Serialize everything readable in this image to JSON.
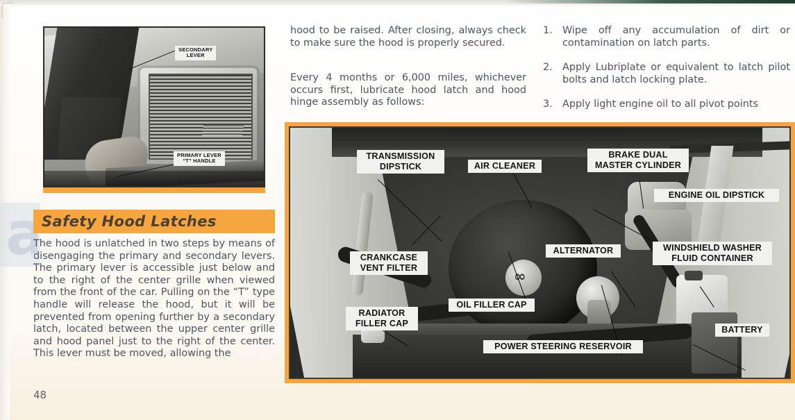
{
  "page": {
    "number": "48",
    "accent_orange": "#F6A53F",
    "body_text_color": "#4B5560"
  },
  "hood_photo": {
    "name": "hood-latch-photo",
    "callouts": [
      {
        "id": "secondary-lever",
        "text": "SECONDARY\nLEVER"
      },
      {
        "id": "primary-lever",
        "text": "PRIMARY LEVER\n“T” HANDLE"
      }
    ]
  },
  "section": {
    "heading": "Safety Hood Latches",
    "body": "The hood is unlatched in two steps by means of disengaging the primary and secondary levers. The primary lever is accessible just below and to the right of the center grille when viewed from the front of the car. Pulling on the “T” type handle will release the hood, but it will be prevented from opening further by a secondary latch, located between the upper center grille and hood panel just to the right of the center. This lever must be moved, allowing the"
  },
  "middle_column": {
    "paragraph_1": "hood to be raised. After closing, always check to make sure the hood is properly secured.",
    "paragraph_2": "Every 4 months or 6,000 miles, whichever occurs first, lubricate hood latch and hood hinge assembly as follows:"
  },
  "steps": [
    {
      "num": "1.",
      "text": "Wipe off any accumulation  of dirt or contamination on latch parts."
    },
    {
      "num": "2.",
      "text": "Apply Lubriplate or equivalent to latch pilot bolts and latch locking plate."
    },
    {
      "num": "3.",
      "text": "Apply light engine oil to all pivot points"
    }
  ],
  "engine_photo": {
    "name": "engine-compartment-photo",
    "air_cleaner_emblem": "∞",
    "labels": [
      {
        "id": "transmission-dipstick",
        "text": "TRANSMISSION\nDIPSTICK"
      },
      {
        "id": "air-cleaner",
        "text": "AIR  CLEANER"
      },
      {
        "id": "brake-dual-master-cylinder",
        "text": "BRAKE DUAL\nMASTER CYLINDER"
      },
      {
        "id": "engine-oil-dipstick",
        "text": "ENGINE OIL DIPSTICK"
      },
      {
        "id": "alternator",
        "text": "ALTERNATOR"
      },
      {
        "id": "windshield-washer-fluid-container",
        "text": "WINDSHIELD WASHER\nFLUID CONTAINER"
      },
      {
        "id": "crankcase-vent-filter",
        "text": "CRANKCASE\nVENT FILTER"
      },
      {
        "id": "oil-filler-cap",
        "text": "OIL FILLER CAP"
      },
      {
        "id": "radiator-filler-cap",
        "text": "RADIATOR\nFILLER CAP"
      },
      {
        "id": "power-steering-reservoir",
        "text": "POWER STEERING RESERVOIR"
      },
      {
        "id": "battery",
        "text": "BATTERY"
      }
    ]
  },
  "bleed_through": {
    "gutter_glyph": "a"
  }
}
